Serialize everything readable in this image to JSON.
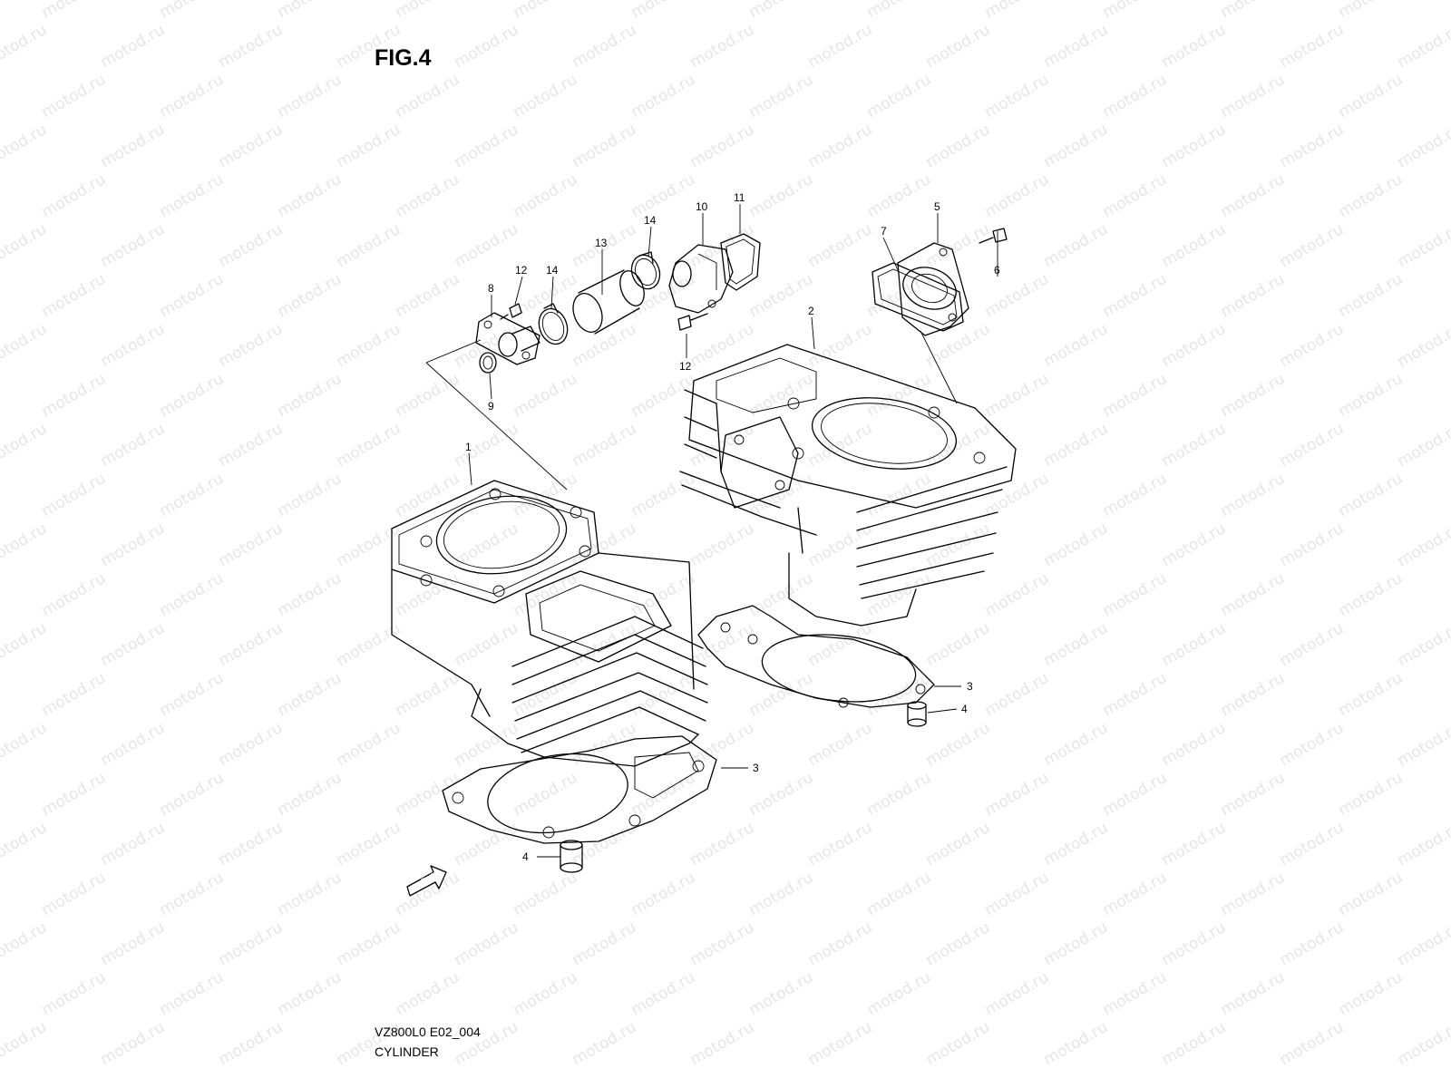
{
  "figure": {
    "title": "FIG.4",
    "model_code": "VZ800L0 E02_004",
    "section_name": "CYLINDER"
  },
  "watermark": "motod.ru",
  "arrow_label": "FWD",
  "callouts": [
    {
      "id": "c1",
      "label": "1"
    },
    {
      "id": "c2",
      "label": "2"
    },
    {
      "id": "c3a",
      "label": "3"
    },
    {
      "id": "c3b",
      "label": "3"
    },
    {
      "id": "c4a",
      "label": "4"
    },
    {
      "id": "c4b",
      "label": "4"
    },
    {
      "id": "c5",
      "label": "5"
    },
    {
      "id": "c6",
      "label": "6"
    },
    {
      "id": "c7",
      "label": "7"
    },
    {
      "id": "c8",
      "label": "8"
    },
    {
      "id": "c9",
      "label": "9"
    },
    {
      "id": "c10",
      "label": "10"
    },
    {
      "id": "c11",
      "label": "11"
    },
    {
      "id": "c12a",
      "label": "12"
    },
    {
      "id": "c12b",
      "label": "12"
    },
    {
      "id": "c13",
      "label": "13"
    },
    {
      "id": "c14a",
      "label": "14"
    },
    {
      "id": "c14b",
      "label": "14"
    }
  ]
}
